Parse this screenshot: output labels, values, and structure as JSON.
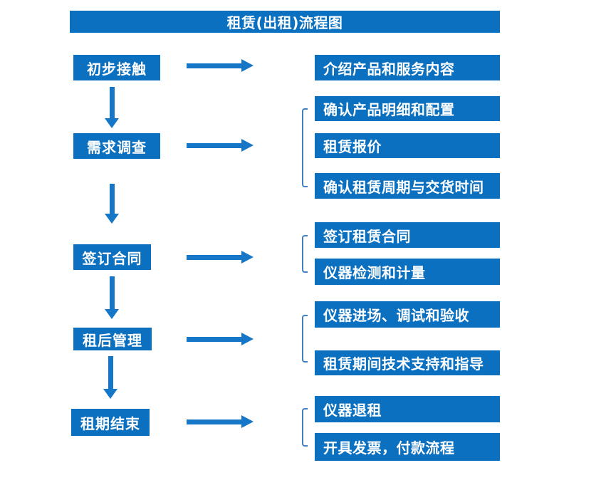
{
  "title": "租赁(出租)流程图",
  "colors": {
    "box_blue": "#0b70c0",
    "arrow_blue": "#1677c9",
    "bracket_blue": "#4080c0",
    "text_white": "#ffffff",
    "page_bg": "#ffffff"
  },
  "flow": {
    "steps": [
      {
        "label": "初步接触",
        "details": [
          "介绍产品和服务内容"
        ]
      },
      {
        "label": "需求调查",
        "details": [
          "确认产品明细和配置",
          "租赁报价",
          "确认租赁周期与交货时间"
        ]
      },
      {
        "label": "签订合同",
        "details": [
          "签订租赁合同",
          "仪器检测和计量"
        ]
      },
      {
        "label": "租后管理",
        "details": [
          "仪器进场、调试和验收",
          "租赁期间技术支持和指导"
        ]
      },
      {
        "label": "租期结束",
        "details": [
          "仪器退租",
          "开具发票，付款流程"
        ]
      }
    ]
  }
}
